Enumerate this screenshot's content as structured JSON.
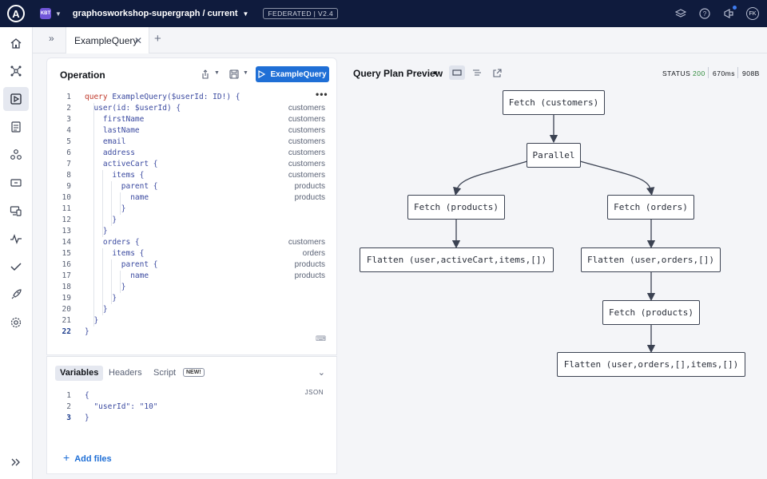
{
  "topbar": {
    "org_badge": "KBT",
    "graph_name": "graphosworkshop-supergraph / current",
    "federation_badge": "FEDERATED | V2.4",
    "avatar_initials": "FK"
  },
  "tabs": [
    {
      "label": "ExampleQuery"
    }
  ],
  "operation": {
    "title": "Operation",
    "run_button_label": "ExampleQuery",
    "lines": [
      {
        "n": "1",
        "text": "query ExampleQuery($userId: ID!) {",
        "service": ""
      },
      {
        "n": "2",
        "text": "  user(id: $userId) {",
        "service": "customers"
      },
      {
        "n": "3",
        "text": "    firstName",
        "service": "customers"
      },
      {
        "n": "4",
        "text": "    lastName",
        "service": "customers"
      },
      {
        "n": "5",
        "text": "    email",
        "service": "customers"
      },
      {
        "n": "6",
        "text": "    address",
        "service": "customers"
      },
      {
        "n": "7",
        "text": "    activeCart {",
        "service": "customers"
      },
      {
        "n": "8",
        "text": "      items {",
        "service": "customers"
      },
      {
        "n": "9",
        "text": "        parent {",
        "service": "products"
      },
      {
        "n": "10",
        "text": "          name",
        "service": "products"
      },
      {
        "n": "11",
        "text": "        }",
        "service": ""
      },
      {
        "n": "12",
        "text": "      }",
        "service": ""
      },
      {
        "n": "13",
        "text": "    }",
        "service": ""
      },
      {
        "n": "14",
        "text": "    orders {",
        "service": "customers"
      },
      {
        "n": "15",
        "text": "      items {",
        "service": "orders"
      },
      {
        "n": "16",
        "text": "        parent {",
        "service": "products"
      },
      {
        "n": "17",
        "text": "          name",
        "service": "products"
      },
      {
        "n": "18",
        "text": "        }",
        "service": ""
      },
      {
        "n": "19",
        "text": "      }",
        "service": ""
      },
      {
        "n": "20",
        "text": "    }",
        "service": ""
      },
      {
        "n": "21",
        "text": "  }",
        "service": ""
      },
      {
        "n": "22",
        "text": "}",
        "service": ""
      }
    ]
  },
  "variables_panel": {
    "tabs": [
      "Variables",
      "Headers",
      "Script"
    ],
    "new_badge": "NEW!",
    "format_label": "JSON",
    "lines": [
      {
        "n": "1",
        "text": "{"
      },
      {
        "n": "2",
        "text": "  \"userId\": \"10\""
      },
      {
        "n": "3",
        "text": "}"
      }
    ],
    "add_files_label": "Add files"
  },
  "query_plan": {
    "title": "Query Plan Preview",
    "status_label": "STATUS",
    "status_code": "200",
    "duration": "670ms",
    "size": "908B",
    "nodes": {
      "fetch_customers": "Fetch (customers)",
      "parallel": "Parallel",
      "fetch_products_left": "Fetch (products)",
      "fetch_orders": "Fetch (orders)",
      "flatten_active_cart": "Flatten (user,activeCart,items,[])",
      "flatten_orders": "Flatten (user,orders,[])",
      "fetch_products_right": "Fetch (products)",
      "flatten_orders_items": "Flatten (user,orders,[],items,[])"
    }
  },
  "colors": {
    "topbar": "#0f1b3d",
    "accent": "#1f6fd6",
    "status_ok": "#2f8a3b"
  },
  "icons": {
    "nav": [
      "home-icon",
      "graph-icon",
      "explorer-icon",
      "schema-icon",
      "subgraphs-icon",
      "changelog-icon",
      "clients-icon",
      "insights-icon",
      "checks-icon",
      "launches-icon",
      "settings-icon",
      "expand-icon"
    ]
  }
}
